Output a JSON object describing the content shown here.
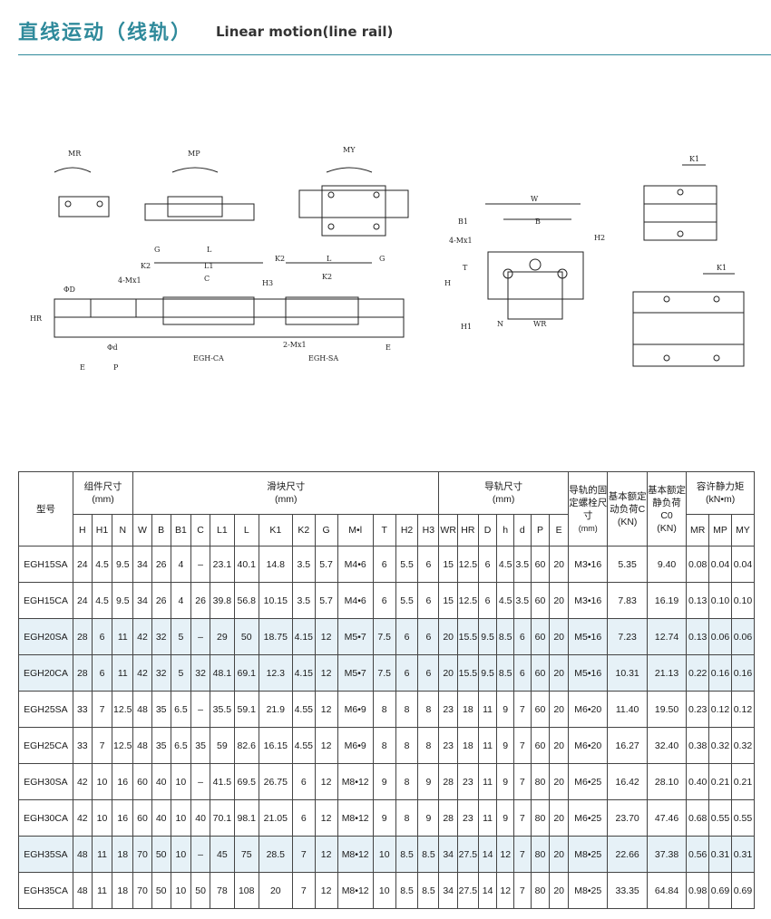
{
  "header": {
    "title_cn": "直线运动（线轨）",
    "title_en": "Linear motion(line rail)"
  },
  "drawing_labels": {
    "mr": "MR",
    "mp": "MP",
    "my": "MY",
    "g": "G",
    "l": "L",
    "k2": "K2",
    "l1": "L1",
    "c": "C",
    "mx1": "4-Mx1",
    "h3": "H3",
    "phi_d_upper": "ΦD",
    "phi_d_lower": "Φd",
    "h_r": "HR",
    "e": "E",
    "p": "P",
    "egh_ca": "EGH-CA",
    "egh_sa": "EGH-SA",
    "mx1_sa": "2-Mx1",
    "w": "W",
    "b": "B",
    "b1": "B1",
    "h2": "H2",
    "t": "T",
    "h": "H",
    "h1": "H1",
    "n": "N",
    "w_r": "WR",
    "k1": "K1"
  },
  "table": {
    "model_header": "型号",
    "group_assembly": "组件尺寸\n(mm)",
    "group_block": "滑块尺寸\n(mm)",
    "group_rail": "导轨尺寸\n(mm)",
    "bolt_header": "导轨的固定螺栓尺寸",
    "bolt_unit": "(mm)",
    "dyn_header": "基本额定动负荷C",
    "dyn_unit": "(KN)",
    "stat_header": "基本额定静负荷C0",
    "stat_unit": "(KN)",
    "moment_header": "容许静力矩",
    "moment_unit": "(kN•m)",
    "sub_headers": [
      "H",
      "H1",
      "N",
      "W",
      "B",
      "B1",
      "C",
      "L1",
      "L",
      "K1",
      "K2",
      "G",
      "M•l",
      "T",
      "H2",
      "H3",
      "WR",
      "HR",
      "D",
      "h",
      "d",
      "P",
      "E",
      "MR",
      "MP",
      "MY"
    ],
    "rows": [
      [
        "EGH15SA",
        "24",
        "4.5",
        "9.5",
        "34",
        "26",
        "4",
        "–",
        "23.1",
        "40.1",
        "14.8",
        "3.5",
        "5.7",
        "M4•6",
        "6",
        "5.5",
        "6",
        "15",
        "12.5",
        "6",
        "4.5",
        "3.5",
        "60",
        "20",
        "M3•16",
        "5.35",
        "9.40",
        "0.08",
        "0.04",
        "0.04"
      ],
      [
        "EGH15CA",
        "24",
        "4.5",
        "9.5",
        "34",
        "26",
        "4",
        "26",
        "39.8",
        "56.8",
        "10.15",
        "3.5",
        "5.7",
        "M4•6",
        "6",
        "5.5",
        "6",
        "15",
        "12.5",
        "6",
        "4.5",
        "3.5",
        "60",
        "20",
        "M3•16",
        "7.83",
        "16.19",
        "0.13",
        "0.10",
        "0.10"
      ],
      [
        "EGH20SA",
        "28",
        "6",
        "11",
        "42",
        "32",
        "5",
        "–",
        "29",
        "50",
        "18.75",
        "4.15",
        "12",
        "M5•7",
        "7.5",
        "6",
        "6",
        "20",
        "15.5",
        "9.5",
        "8.5",
        "6",
        "60",
        "20",
        "M5•16",
        "7.23",
        "12.74",
        "0.13",
        "0.06",
        "0.06"
      ],
      [
        "EGH20CA",
        "28",
        "6",
        "11",
        "42",
        "32",
        "5",
        "32",
        "48.1",
        "69.1",
        "12.3",
        "4.15",
        "12",
        "M5•7",
        "7.5",
        "6",
        "6",
        "20",
        "15.5",
        "9.5",
        "8.5",
        "6",
        "60",
        "20",
        "M5•16",
        "10.31",
        "21.13",
        "0.22",
        "0.16",
        "0.16"
      ],
      [
        "EGH25SA",
        "33",
        "7",
        "12.5",
        "48",
        "35",
        "6.5",
        "–",
        "35.5",
        "59.1",
        "21.9",
        "4.55",
        "12",
        "M6•9",
        "8",
        "8",
        "8",
        "23",
        "18",
        "11",
        "9",
        "7",
        "60",
        "20",
        "M6•20",
        "11.40",
        "19.50",
        "0.23",
        "0.12",
        "0.12"
      ],
      [
        "EGH25CA",
        "33",
        "7",
        "12.5",
        "48",
        "35",
        "6.5",
        "35",
        "59",
        "82.6",
        "16.15",
        "4.55",
        "12",
        "M6•9",
        "8",
        "8",
        "8",
        "23",
        "18",
        "11",
        "9",
        "7",
        "60",
        "20",
        "M6•20",
        "16.27",
        "32.40",
        "0.38",
        "0.32",
        "0.32"
      ],
      [
        "EGH30SA",
        "42",
        "10",
        "16",
        "60",
        "40",
        "10",
        "–",
        "41.5",
        "69.5",
        "26.75",
        "6",
        "12",
        "M8•12",
        "9",
        "8",
        "9",
        "28",
        "23",
        "11",
        "9",
        "7",
        "80",
        "20",
        "M6•25",
        "16.42",
        "28.10",
        "0.40",
        "0.21",
        "0.21"
      ],
      [
        "EGH30CA",
        "42",
        "10",
        "16",
        "60",
        "40",
        "10",
        "40",
        "70.1",
        "98.1",
        "21.05",
        "6",
        "12",
        "M8•12",
        "9",
        "8",
        "9",
        "28",
        "23",
        "11",
        "9",
        "7",
        "80",
        "20",
        "M6•25",
        "23.70",
        "47.46",
        "0.68",
        "0.55",
        "0.55"
      ],
      [
        "EGH35SA",
        "48",
        "11",
        "18",
        "70",
        "50",
        "10",
        "–",
        "45",
        "75",
        "28.5",
        "7",
        "12",
        "M8•12",
        "10",
        "8.5",
        "8.5",
        "34",
        "27.5",
        "14",
        "12",
        "7",
        "80",
        "20",
        "M8•25",
        "22.66",
        "37.38",
        "0.56",
        "0.31",
        "0.31"
      ],
      [
        "EGH35CA",
        "48",
        "11",
        "18",
        "70",
        "50",
        "10",
        "50",
        "78",
        "108",
        "20",
        "7",
        "12",
        "M8•12",
        "10",
        "8.5",
        "8.5",
        "34",
        "27.5",
        "14",
        "12",
        "7",
        "80",
        "20",
        "M8•25",
        "33.35",
        "64.84",
        "0.98",
        "0.69",
        "0.69"
      ]
    ],
    "shaded_rows": [
      2,
      3,
      8
    ]
  },
  "colors": {
    "accent": "#2f8a9b",
    "shade": "#e6f1f7"
  }
}
